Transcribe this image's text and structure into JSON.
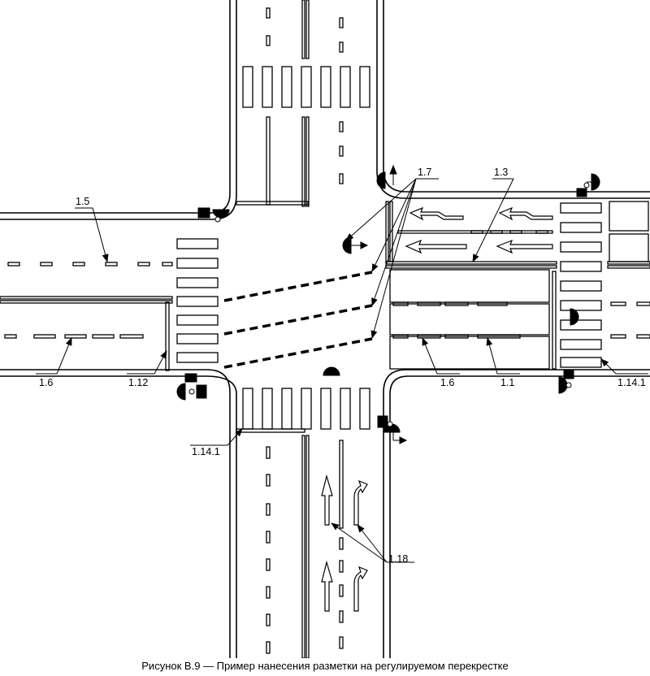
{
  "labels": {
    "l1_5": "1.5",
    "l1_7": "1.7",
    "l1_3": "1.3",
    "l1_6_left": "1.6",
    "l1_12": "1.12",
    "l1_6_right": "1.6",
    "l1_1": "1.1",
    "l1_14_1_right": "1.14.1",
    "l1_14_1_bottom": "1.14.1",
    "l1_18": "1.18"
  },
  "caption": "Рисунок В.9 — Пример нанесения разметки на регулируемом перекрестке",
  "colors": {
    "line": "#000000",
    "background": "#ffffff"
  },
  "icons": [
    "traffic-light-icon",
    "pedestrian-signal-icon",
    "lane-arrow-icon"
  ]
}
